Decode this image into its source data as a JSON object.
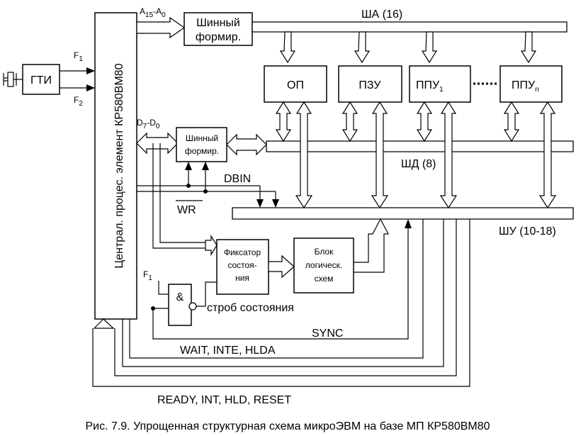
{
  "cpu": {
    "label": "Централ. процес. элемент КР580ВМ80"
  },
  "clock": {
    "label": "ГТИ",
    "f1": "F",
    "f1_sub": "1",
    "f2": "F",
    "f2_sub": "2"
  },
  "addr": {
    "a": "A",
    "a_sub": "15",
    "dash": "-A",
    "a0_sub": "0"
  },
  "addr_former": {
    "line1": "Шинный",
    "line2": "формир."
  },
  "addr_bus": {
    "label": "ША (16)"
  },
  "modules": {
    "op": "ОП",
    "pzu": "ПЗУ",
    "ppu1": "ППУ",
    "ppu1_sub": "1",
    "ppun": "ППУ",
    "ppun_sub": "n"
  },
  "data": {
    "d": "D",
    "d_sub": "7",
    "dash": "-D",
    "d0_sub": "0"
  },
  "data_former": {
    "line1": "Шинный",
    "line2": "формир."
  },
  "data_bus": {
    "label": "ШД (8)"
  },
  "control_bus": {
    "label": "ШУ (10-18)"
  },
  "signals": {
    "dbin": "DBIN",
    "wr": "WR",
    "sync": "SYNC",
    "wait": "WAIT, INTE, HLDA",
    "ready": "READY, INT, HLD, RESET",
    "strobe": "строб состояния",
    "gate_f": "F",
    "gate_f_sub": "1",
    "and": "&"
  },
  "latch": {
    "line1": "Фиксатор",
    "line2": "состоя-",
    "line3": "ния"
  },
  "logic": {
    "line1": "Блок",
    "line2": "логическ.",
    "line3": "схем"
  },
  "caption": "Рис. 7.9. Упрощенная структурная схема микроЭВМ на базе МП КР580ВМ80"
}
